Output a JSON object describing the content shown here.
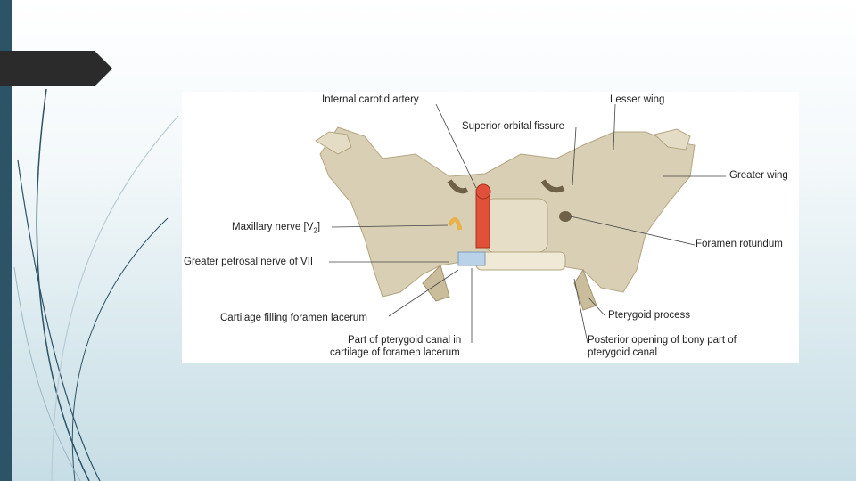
{
  "slide": {
    "figure": {
      "labels": {
        "internal_carotid": "Internal carotid artery",
        "lesser_wing": "Lesser wing",
        "superior_orbital_fissure": "Superior orbital fissure",
        "greater_wing": "Greater wing",
        "maxillary_nerve_pre": "Maxillary nerve [V",
        "maxillary_nerve_sub": "2",
        "maxillary_nerve_post": "]",
        "foramen_rotundum": "Foramen rotundum",
        "greater_petrosal": "Greater petrosal nerve of VII",
        "cartilage_lacerum": "Cartilage filling foramen lacerum",
        "pterygoid_process": "Pterygoid process",
        "pterygoid_canal_line1": "Part of pterygoid canal in",
        "pterygoid_canal_line2": "cartilage of foramen lacerum",
        "posterior_opening_line1": "Posterior opening of bony part of",
        "posterior_opening_line2": "pterygoid canal"
      }
    },
    "colors": {
      "sidebar": "#2d5366",
      "arrow_tab": "#2b2b2b",
      "bone": "#d9cfb4",
      "artery": "#e0503a",
      "nerve": "#e8b24a",
      "cartilage": "#b9d2e8"
    }
  }
}
